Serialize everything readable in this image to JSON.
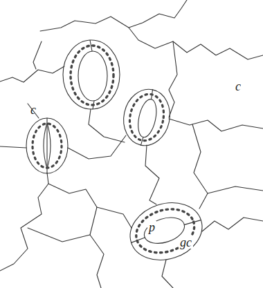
{
  "diagram": {
    "labels": [
      "c",
      "c",
      "p",
      "gc"
    ]
  }
}
